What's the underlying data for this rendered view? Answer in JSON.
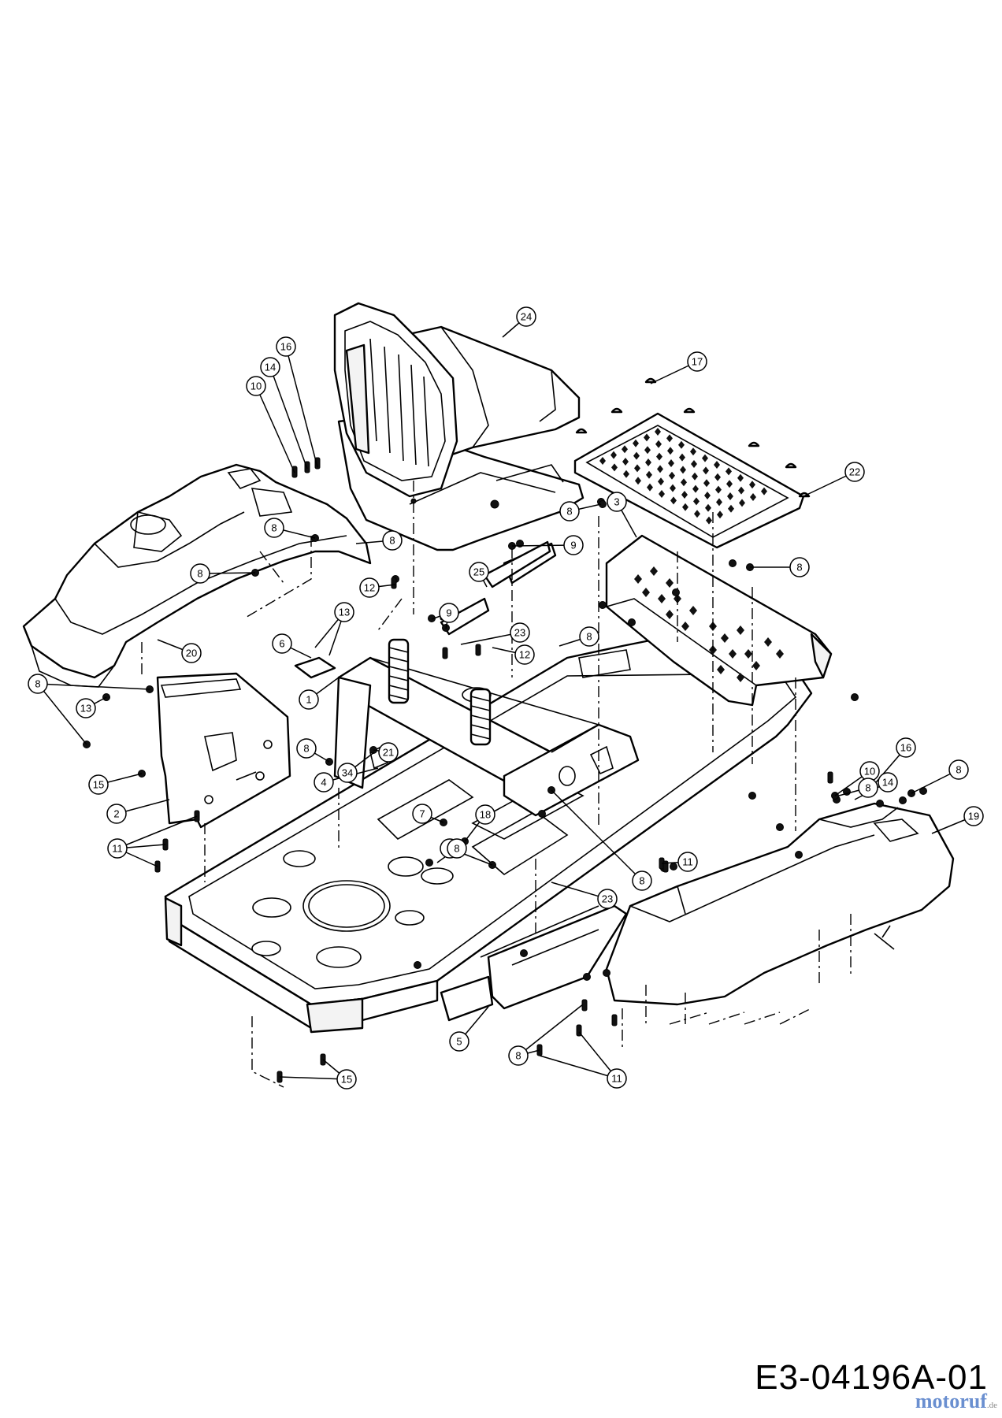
{
  "diagram": {
    "drawing_number": "E3-04196A-01",
    "watermark": "motoruf",
    "watermark_suffix": ".de"
  },
  "callouts": [
    {
      "label": "24",
      "id": "seat"
    },
    {
      "label": "17",
      "id": "floor-mat-button"
    },
    {
      "label": "22",
      "id": "floor-mat"
    },
    {
      "label": "16",
      "id": "pin-left-top"
    },
    {
      "label": "14",
      "id": "clip-left-top"
    },
    {
      "label": "10",
      "id": "bolt-left-top"
    },
    {
      "label": "8",
      "id": "nut-fender-top"
    },
    {
      "label": "8",
      "id": "nut-fender-right"
    },
    {
      "label": "8",
      "id": "nut-fender-left"
    },
    {
      "label": "12",
      "id": "bolt-spring-left"
    },
    {
      "label": "25",
      "id": "seat-bracket"
    },
    {
      "label": "9",
      "id": "nut-bracket-right"
    },
    {
      "label": "9",
      "id": "nut-bracket-left"
    },
    {
      "label": "8",
      "id": "nut-footplate-top"
    },
    {
      "label": "3",
      "id": "footplate"
    },
    {
      "label": "8",
      "id": "nut-footplate-right"
    },
    {
      "label": "13",
      "id": "screw-bracket-top"
    },
    {
      "label": "6",
      "id": "bracket-small"
    },
    {
      "label": "20",
      "id": "left-fender"
    },
    {
      "label": "23",
      "id": "spacer-top"
    },
    {
      "label": "12",
      "id": "bolt-spring-right"
    },
    {
      "label": "8",
      "id": "nut-frame-mid"
    },
    {
      "label": "8",
      "id": "nut-frame-left"
    },
    {
      "label": "13",
      "id": "screw-left-panel"
    },
    {
      "label": "1",
      "id": "seat-support"
    },
    {
      "label": "8",
      "id": "nut-seat-support"
    },
    {
      "label": "21",
      "id": "spring"
    },
    {
      "label": "34",
      "id": "bolt-34"
    },
    {
      "label": "4",
      "id": "plate-4"
    },
    {
      "label": "15",
      "id": "plug-left"
    },
    {
      "label": "2",
      "id": "left-panel"
    },
    {
      "label": "11",
      "id": "screw-left-panel-bottom"
    },
    {
      "label": "7",
      "id": "latch"
    },
    {
      "label": "18",
      "id": "bushing"
    },
    {
      "label": "8",
      "id": "nut-console"
    },
    {
      "label": "8",
      "id": "nut-rear-right"
    },
    {
      "label": "10",
      "id": "bolt-right"
    },
    {
      "label": "14",
      "id": "clip-right"
    },
    {
      "label": "16",
      "id": "pin-right"
    },
    {
      "label": "8",
      "id": "nut-right-fender-top"
    },
    {
      "label": "8",
      "id": "nut-right-fender"
    },
    {
      "label": "19",
      "id": "right-fender"
    },
    {
      "label": "11",
      "id": "screw-mid"
    },
    {
      "label": "8",
      "id": "nut-frame-center"
    },
    {
      "label": "23",
      "id": "spacer-bottom"
    },
    {
      "label": "5",
      "id": "rear-bracket"
    },
    {
      "label": "8",
      "id": "nut-rear-bracket"
    },
    {
      "label": "11",
      "id": "screw-rear-bracket"
    },
    {
      "label": "15",
      "id": "plug-rear"
    }
  ]
}
